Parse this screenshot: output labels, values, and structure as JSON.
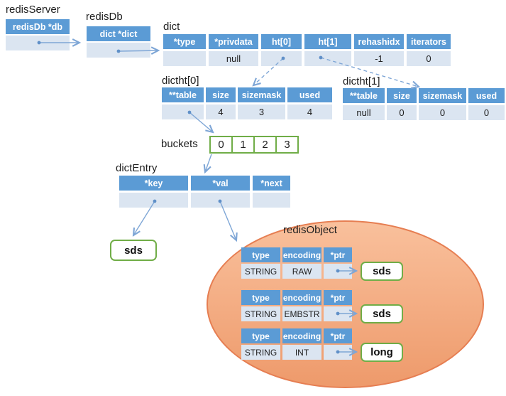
{
  "nodes": {
    "redisServer": {
      "label": "redisServer",
      "field": "redisDb *db"
    },
    "redisDb": {
      "label": "redisDb",
      "field": "dict *dict"
    },
    "dict": {
      "label": "dict",
      "headers": [
        "*type",
        "*privdata",
        "ht[0]",
        "ht[1]",
        "rehashidx",
        "iterators"
      ],
      "values": [
        "",
        "null",
        "",
        "",
        "-1",
        "0"
      ]
    },
    "dictht0": {
      "label": "dictht[0]",
      "headers": [
        "**table",
        "size",
        "sizemask",
        "used"
      ],
      "values": [
        "",
        "4",
        "3",
        "4"
      ]
    },
    "dictht1": {
      "label": "dictht[1]",
      "headers": [
        "**table",
        "size",
        "sizemask",
        "used"
      ],
      "values": [
        "null",
        "0",
        "0",
        "0"
      ]
    },
    "buckets": {
      "label": "buckets",
      "cells": [
        "0",
        "1",
        "2",
        "3"
      ]
    },
    "dictEntry": {
      "label": "dictEntry",
      "headers": [
        "*key",
        "*val",
        "*next"
      ],
      "values": [
        "",
        "",
        ""
      ]
    },
    "sdsKey": {
      "label": "sds"
    },
    "redisObject": {
      "label": "redisObject",
      "tables": [
        {
          "headers": [
            "type",
            "encoding",
            "*ptr"
          ],
          "values": [
            "STRING",
            "RAW",
            ""
          ],
          "target": "sds"
        },
        {
          "headers": [
            "type",
            "encoding",
            "*ptr"
          ],
          "values": [
            "STRING",
            "EMBSTR",
            ""
          ],
          "target": "sds"
        },
        {
          "headers": [
            "type",
            "encoding",
            "*ptr"
          ],
          "values": [
            "STRING",
            "INT",
            ""
          ],
          "target": "long"
        }
      ]
    }
  },
  "colors": {
    "table_header_blue": "#5B9BD5",
    "table_row_blue": "#DBE5F1",
    "arrow_blue": "#7EA6D6",
    "green_border": "#70AD47",
    "ellipse_fill": "#F3A87E",
    "ellipse_border": "#E67E52"
  }
}
